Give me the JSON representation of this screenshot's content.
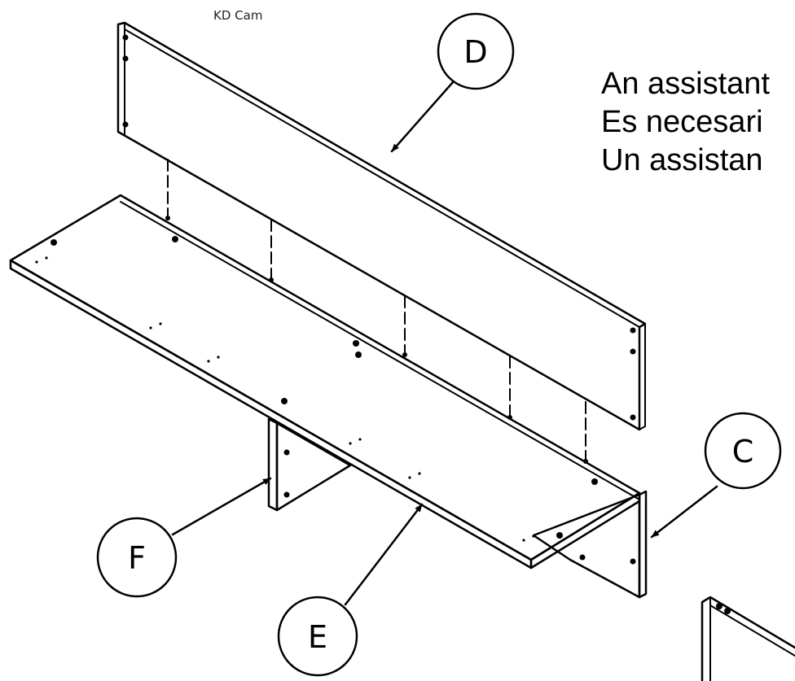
{
  "caption": "KD Cam",
  "notes": [
    "An assistant",
    "Es necesari",
    "Un assistan"
  ],
  "callouts": {
    "d": "D",
    "c": "C",
    "f": "F",
    "e": "E"
  }
}
